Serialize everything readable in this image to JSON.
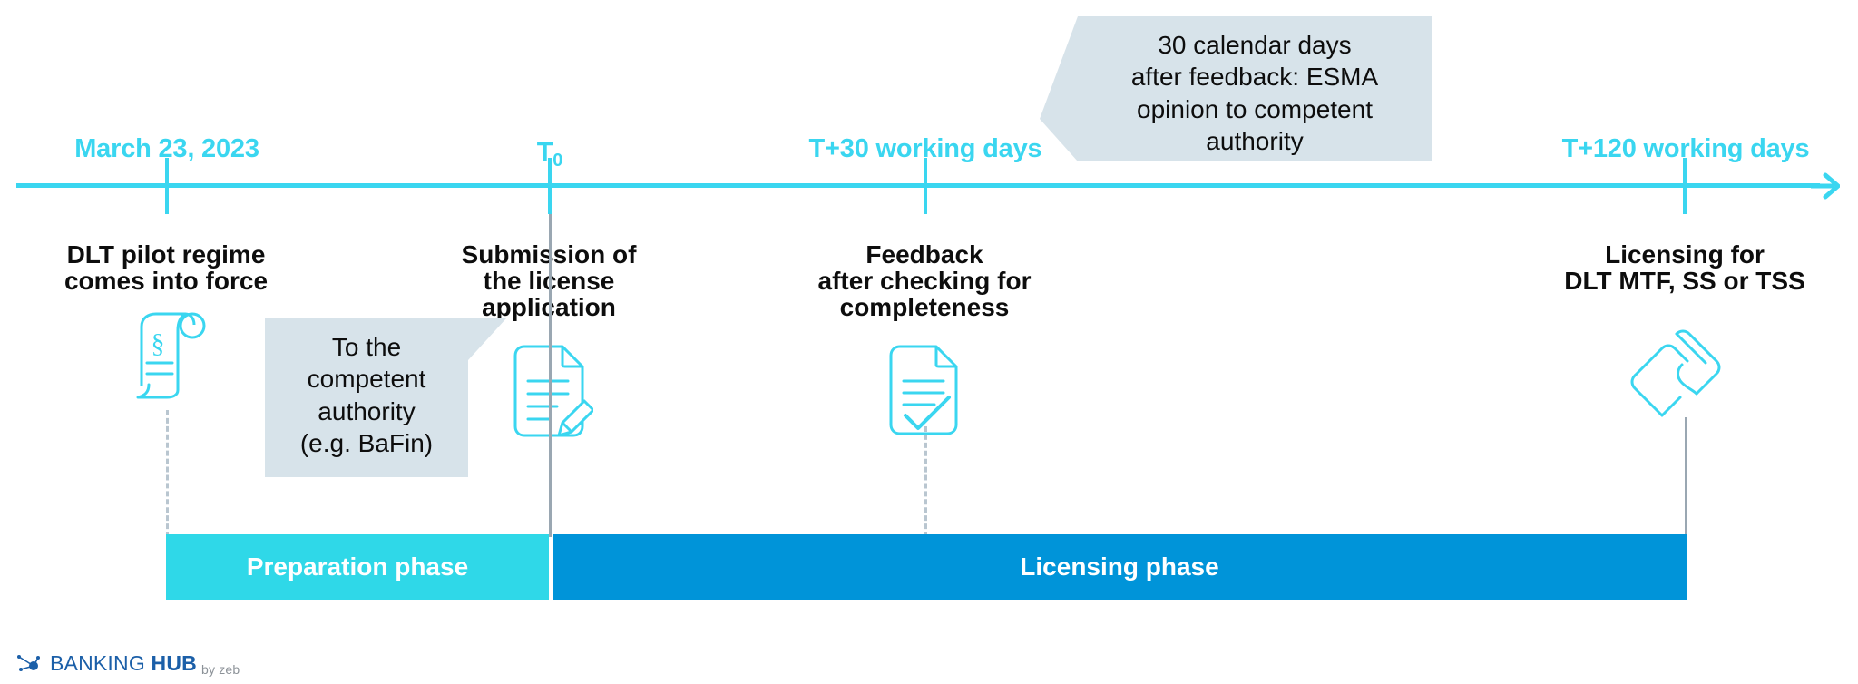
{
  "diagram": {
    "title": "DLT pilot regime licensing timeline",
    "axis": {
      "arrow_direction": "right",
      "color": "#3ad6f0"
    },
    "colors": {
      "cyan": "#3ad6f0",
      "preparation_bar": "#2fd8e8",
      "licensing_bar": "#0094d9",
      "callout_bg": "#d7e3ea",
      "caption_text": "#0d0d0d",
      "connector": "#b9c6d0",
      "logo_blue": "#1b5fa8"
    },
    "milestones": [
      {
        "id": "dlt-pilot-regime",
        "date_label": "March 23, 2023",
        "caption_line1": "DLT pilot regime",
        "caption_line2": "comes into force",
        "icon": "scroll-paragraph-icon"
      },
      {
        "id": "license-submission",
        "date_label": "T",
        "date_sub": "0",
        "caption_line1": "Submission of",
        "caption_line2": "the license",
        "caption_line3": "application",
        "icon": "document-pen-icon"
      },
      {
        "id": "completeness-feedback",
        "date_label": "T+30 working days",
        "caption_line1": "Feedback",
        "caption_line2": "after checking for",
        "caption_line3": "completeness",
        "icon": "document-check-icon"
      },
      {
        "id": "licensing-granted",
        "date_label": "T+120 working days",
        "caption_line1": "Licensing for",
        "caption_line2": "DLT MTF, SS or TSS",
        "icon": "handshake-icon"
      }
    ],
    "callouts": [
      {
        "id": "competent-authority-note",
        "lines": [
          "To the",
          "competent",
          "authority",
          "(e.g. BaFin)"
        ],
        "tail": "right"
      },
      {
        "id": "esma-opinion-note",
        "lines": [
          "30 calendar days",
          "after feedback: ESMA",
          "opinion to competent",
          "authority"
        ],
        "tail": "left"
      }
    ],
    "phases": [
      {
        "id": "preparation-phase",
        "label": "Preparation phase",
        "color": "#2fd8e8"
      },
      {
        "id": "licensing-phase",
        "label": "Licensing phase",
        "color": "#0094d9"
      }
    ],
    "footer": {
      "brand_light": "BANKING ",
      "brand_bold": "HUB",
      "byline": "by zeb"
    }
  }
}
